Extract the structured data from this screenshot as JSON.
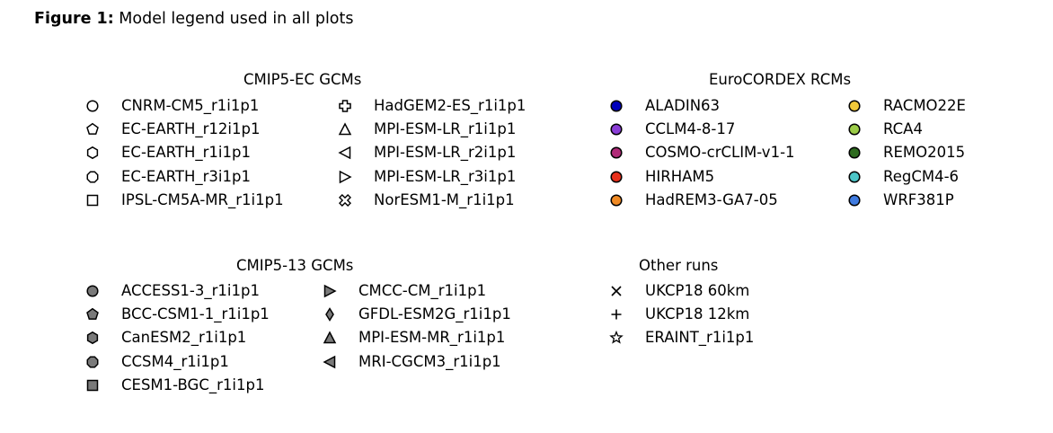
{
  "caption": {
    "label": "Figure 1:",
    "text": "Model legend used in all plots"
  },
  "panels": {
    "cmip5ec": {
      "title": "CMIP5-EC GCMs",
      "col1": [
        {
          "label": "CNRM-CM5_r1i1p1",
          "marker": "circle-open-icon"
        },
        {
          "label": "EC-EARTH_r12i1p1",
          "marker": "pentagon-open-icon"
        },
        {
          "label": "EC-EARTH_r1i1p1",
          "marker": "hexagon-open-icon"
        },
        {
          "label": "EC-EARTH_r3i1p1",
          "marker": "octagon-open-icon"
        },
        {
          "label": "IPSL-CM5A-MR_r1i1p1",
          "marker": "square-open-icon"
        }
      ],
      "col2": [
        {
          "label": "HadGEM2-ES_r1i1p1",
          "marker": "plus-filled-open-icon"
        },
        {
          "label": "MPI-ESM-LR_r1i1p1",
          "marker": "triangle-up-open-icon"
        },
        {
          "label": "MPI-ESM-LR_r2i1p1",
          "marker": "triangle-left-open-icon"
        },
        {
          "label": "MPI-ESM-LR_r3i1p1",
          "marker": "triangle-right-open-icon"
        },
        {
          "label": "NorESM1-M_r1i1p1",
          "marker": "x-filled-open-icon"
        }
      ]
    },
    "euro": {
      "title": "EuroCORDEX RCMs",
      "col1": [
        {
          "label": "ALADIN63",
          "color": "#0000bb"
        },
        {
          "label": "CCLM4-8-17",
          "color": "#8a3dd6"
        },
        {
          "label": "COSMO-crCLIM-v1-1",
          "color": "#b02a78"
        },
        {
          "label": "HIRHAM5",
          "color": "#e8301c"
        },
        {
          "label": "HadREM3-GA7-05",
          "color": "#f08a24"
        }
      ],
      "col2": [
        {
          "label": "RACMO22E",
          "color": "#f2c93a"
        },
        {
          "label": "RCA4",
          "color": "#9ccc48"
        },
        {
          "label": "REMO2015",
          "color": "#2e6b1f"
        },
        {
          "label": "RegCM4-6",
          "color": "#4cc6c8"
        },
        {
          "label": "WRF381P",
          "color": "#3f7be0"
        }
      ]
    },
    "cmip513": {
      "title": "CMIP5-13 GCMs",
      "col1": [
        {
          "label": "ACCESS1-3_r1i1p1",
          "marker": "circle-filled-icon"
        },
        {
          "label": "BCC-CSM1-1_r1i1p1",
          "marker": "pentagon-filled-icon"
        },
        {
          "label": "CanESM2_r1i1p1",
          "marker": "hexagon-filled-icon"
        },
        {
          "label": "CCSM4_r1i1p1",
          "marker": "octagon-filled-icon"
        },
        {
          "label": "CESM1-BGC_r1i1p1",
          "marker": "square-filled-icon"
        }
      ],
      "col2": [
        {
          "label": "CMCC-CM_r1i1p1",
          "marker": "triangle-right-filled-icon"
        },
        {
          "label": "GFDL-ESM2G_r1i1p1",
          "marker": "diamond-thin-filled-icon"
        },
        {
          "label": "MPI-ESM-MR_r1i1p1",
          "marker": "triangle-up-filled-icon"
        },
        {
          "label": "MRI-CGCM3_r1i1p1",
          "marker": "triangle-left-filled-icon"
        }
      ]
    },
    "other": {
      "title": "Other runs",
      "col1": [
        {
          "label": "UKCP18 60km",
          "marker": "x-cross-icon"
        },
        {
          "label": "UKCP18 12km",
          "marker": "plus-cross-icon"
        },
        {
          "label": "ERAINT_r1i1p1",
          "marker": "star-open-icon"
        }
      ]
    }
  },
  "colors": {
    "filled_grey": "#7a7a7a"
  }
}
